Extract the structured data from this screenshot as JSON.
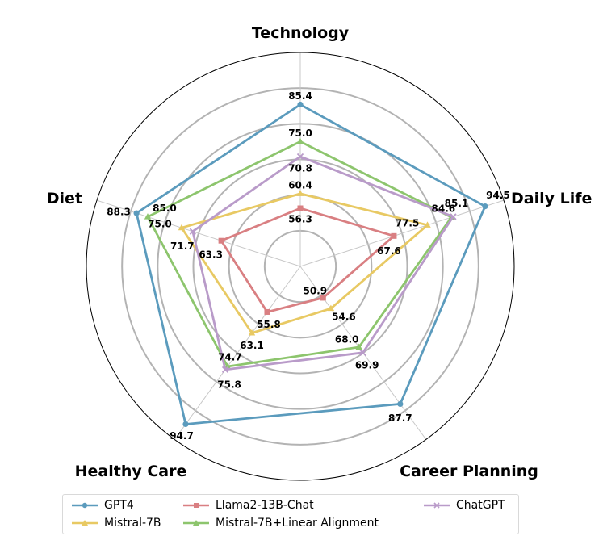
{
  "chart_data": {
    "type": "radar",
    "axes": [
      "Technology",
      "Daily Life",
      "Career Planning",
      "Healthy Care",
      "Diet"
    ],
    "range": [
      40,
      100
    ],
    "rings": [
      50,
      60,
      70,
      80,
      90
    ],
    "series": [
      {
        "name": "GPT4",
        "color": "#5b9bbd",
        "marker": "circle",
        "values": [
          85.4,
          94.5,
          87.7,
          94.7,
          88.3
        ]
      },
      {
        "name": "Mistral-7B",
        "color": "#e8c963",
        "marker": "triangle",
        "values": [
          60.4,
          77.5,
          54.6,
          63.1,
          75.0
        ]
      },
      {
        "name": "Llama2-13B-Chat",
        "color": "#d97f82",
        "marker": "square",
        "values": [
          56.3,
          67.6,
          50.9,
          55.8,
          63.3
        ]
      },
      {
        "name": "Mistral-7B+Linear Alignment",
        "color": "#8dc56d",
        "marker": "triangle",
        "values": [
          75.0,
          84.6,
          68.0,
          74.7,
          85.0
        ]
      },
      {
        "name": "ChatGPT",
        "color": "#b99bc9",
        "marker": "x",
        "values": [
          70.8,
          85.1,
          69.9,
          75.8,
          71.7
        ]
      }
    ],
    "legend_position": "bottom",
    "grid": true
  }
}
